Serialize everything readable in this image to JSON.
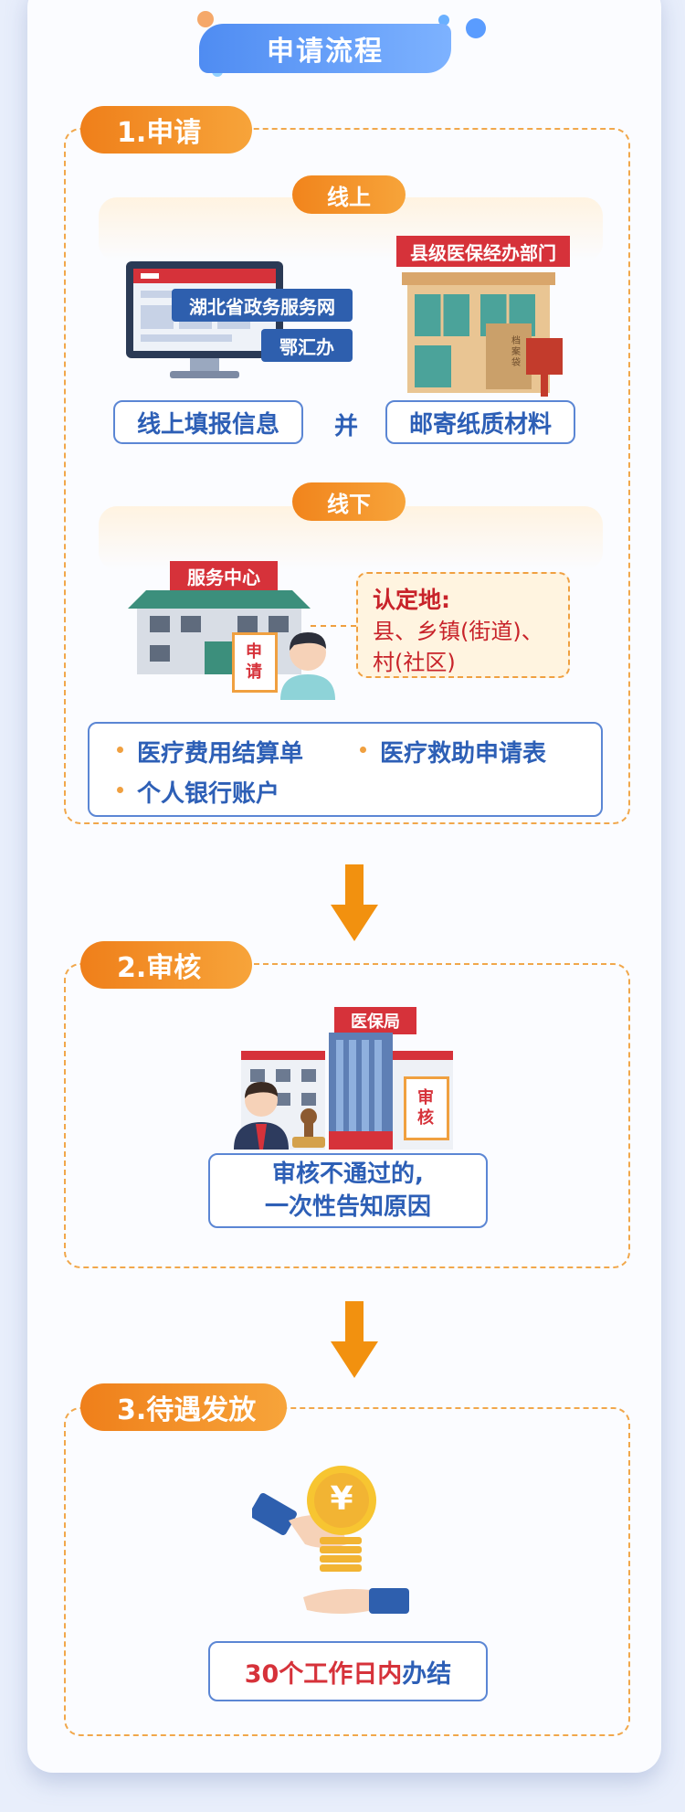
{
  "header": {
    "title": "申请流程"
  },
  "step1": {
    "label": "1.申请",
    "online": {
      "label": "线上",
      "platform_1": "湖北省政务服务网",
      "platform_2": "鄂汇办",
      "office_sign": "县级医保经办部门",
      "envelope_text": "档案袋",
      "action_fill": "线上填报信息",
      "and_text": "并",
      "action_mail": "邮寄纸质材料"
    },
    "offline": {
      "label": "线下",
      "center_sign": "服务中心",
      "form_text": "申请",
      "note_title": "认定地:",
      "note_line1": "县、乡镇(街道)、",
      "note_line2": "村(社区)"
    },
    "documents": [
      "医疗费用结算单",
      "医疗救助申请表",
      "个人银行账户"
    ]
  },
  "step2": {
    "label": "2.审核",
    "building_sign": "医保局",
    "form_text": "审核",
    "note_line1": "审核不通过的,",
    "note_line2": "一次性告知原因"
  },
  "step3": {
    "label": "3.待遇发放",
    "coin_symbol": "¥",
    "result_red": "30个工作日内",
    "result_blue": "办结"
  },
  "colors": {
    "accent_orange": "#f1841c",
    "accent_blue": "#4f8cf2",
    "text_blue": "#2d5fb6",
    "text_red": "#d6323a",
    "border_dashed": "#f1a74b"
  }
}
